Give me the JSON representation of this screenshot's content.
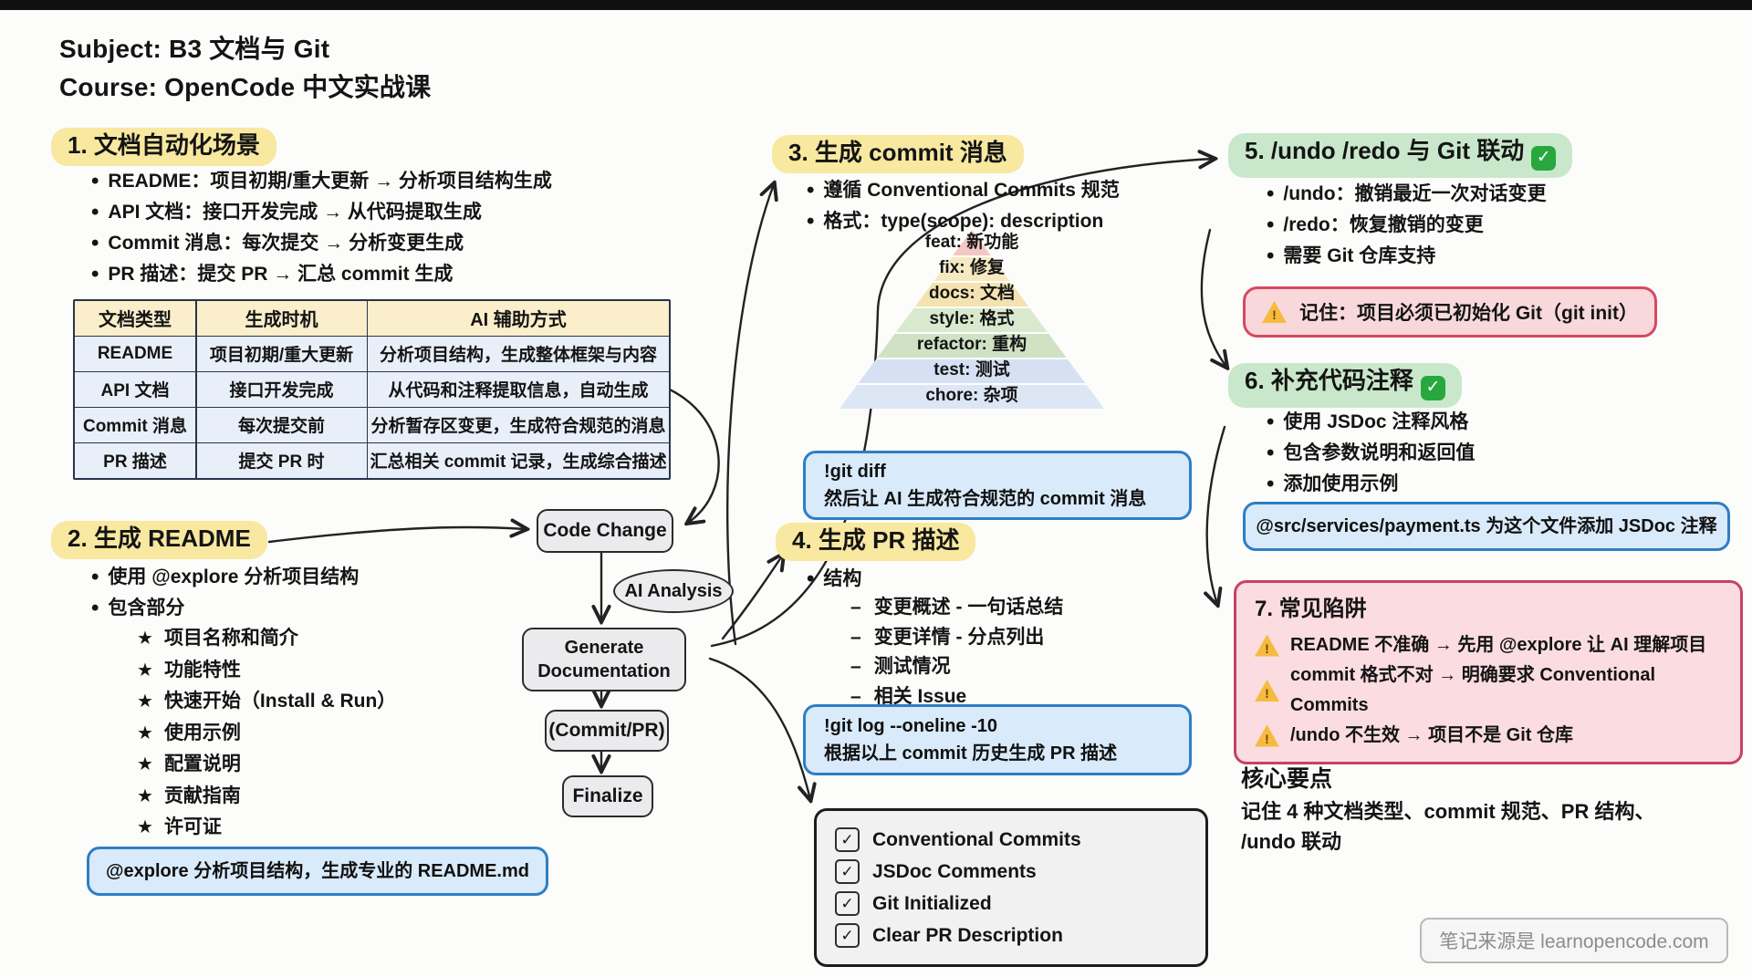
{
  "page": {
    "subject": "Subject: B3 文档与 Git",
    "course": "Course: OpenCode 中文实战课"
  },
  "section1": {
    "title": "1. 文档自动化场景",
    "bullets": [
      "README：项目初期/重大更新 → 分析项目结构生成",
      "API 文档：接口开发完成 → 从代码提取生成",
      "Commit 消息：每次提交 → 分析变更生成",
      "PR 描述：提交 PR → 汇总 commit 生成"
    ],
    "table": {
      "headers": [
        "文档类型",
        "生成时机",
        "AI 辅助方式"
      ],
      "rows": [
        [
          "README",
          "项目初期/重大更新",
          "分析项目结构，生成整体框架与内容"
        ],
        [
          "API 文档",
          "接口开发完成",
          "从代码和注释提取信息，自动生成"
        ],
        [
          "Commit 消息",
          "每次提交前",
          "分析暂存区变更，生成符合规范的消息"
        ],
        [
          "PR 描述",
          "提交 PR 时",
          "汇总相关 commit 记录，生成综合描述"
        ]
      ]
    }
  },
  "section2": {
    "title": "2. 生成 README",
    "bullets": [
      "使用 @explore 分析项目结构",
      "包含部分"
    ],
    "stars": [
      "项目名称和简介",
      "功能特性",
      "快速开始（Install & Run）",
      "使用示例",
      "配置说明",
      "贡献指南",
      "许可证"
    ],
    "prompt": "@explore 分析项目结构，生成专业的 README.md"
  },
  "flow": {
    "code_change": "Code Change",
    "ai_analysis": "AI Analysis",
    "generate_doc_line1": "Generate",
    "generate_doc_line2": "Documentation",
    "commit_pr": "(Commit/PR)",
    "finalize": "Finalize"
  },
  "section3": {
    "title": "3. 生成 commit 消息",
    "bullets": [
      "遵循 Conventional Commits 规范",
      "格式：type(scope): description"
    ],
    "pyramid": [
      {
        "label": "feat: 新功能",
        "color": "#f2c7c4"
      },
      {
        "label": "fix: 修复",
        "color": "#f6e9c2"
      },
      {
        "label": "docs: 文档",
        "color": "#f4e3b1"
      },
      {
        "label": "style: 格式",
        "color": "#d9e9cd"
      },
      {
        "label": "refactor: 重构",
        "color": "#cfe2c3"
      },
      {
        "label": "test: 测试",
        "color": "#d5e1f3"
      },
      {
        "label": "chore: 杂项",
        "color": "#dce6f5"
      }
    ],
    "prompt_line1": "!git diff",
    "prompt_line2": "然后让 AI 生成符合规范的 commit 消息"
  },
  "section4": {
    "title": "4. 生成 PR 描述",
    "bullet": "结构",
    "items": [
      "变更概述 - 一句话总结",
      "变更详情 - 分点列出",
      "测试情况",
      "相关 Issue"
    ],
    "prompt_line1": "!git log --oneline -10",
    "prompt_line2": "根据以上 commit 历史生成 PR 描述"
  },
  "checklist": {
    "check_glyph": "✓",
    "items": [
      "Conventional Commits",
      "JSDoc Comments",
      "Git Initialized",
      "Clear PR Description"
    ]
  },
  "section5": {
    "title": "5. /undo /redo 与 Git 联动",
    "bullets": [
      "/undo：撤销最近一次对话变更",
      "/redo：恢复撤销的变更",
      "需要 Git 仓库支持"
    ],
    "warning": "记住：项目必须已初始化 Git（git init）"
  },
  "section6": {
    "title": "6. 补充代码注释",
    "bullets": [
      "使用 JSDoc 注释风格",
      "包含参数说明和返回值",
      "添加使用示例"
    ],
    "prompt": "@src/services/payment.ts 为这个文件添加 JSDoc 注释"
  },
  "section7": {
    "title": "7. 常见陷阱",
    "warnings": [
      "README 不准确 → 先用 @explore 让 AI 理解项目",
      "commit 格式不对 → 明确要求 Conventional Commits",
      "/undo 不生效 → 项目不是 Git 仓库"
    ]
  },
  "keypoints": {
    "title": "核心要点",
    "line1": "记住 4 种文档类型、commit 规范、PR 结构、",
    "line2": "/undo 联动"
  },
  "watermark": "笔记来源是 learnopencode.com",
  "colors": {
    "highlight_yellow": "#f8e8a0",
    "highlight_green": "#c9e8cb",
    "prompt_blue_bg": "#d9eafa",
    "prompt_blue_border": "#2f7ec3",
    "warning_pink_bg": "#f9d8db",
    "warning_red_border": "#d6495f",
    "check_green": "#27a83f"
  }
}
